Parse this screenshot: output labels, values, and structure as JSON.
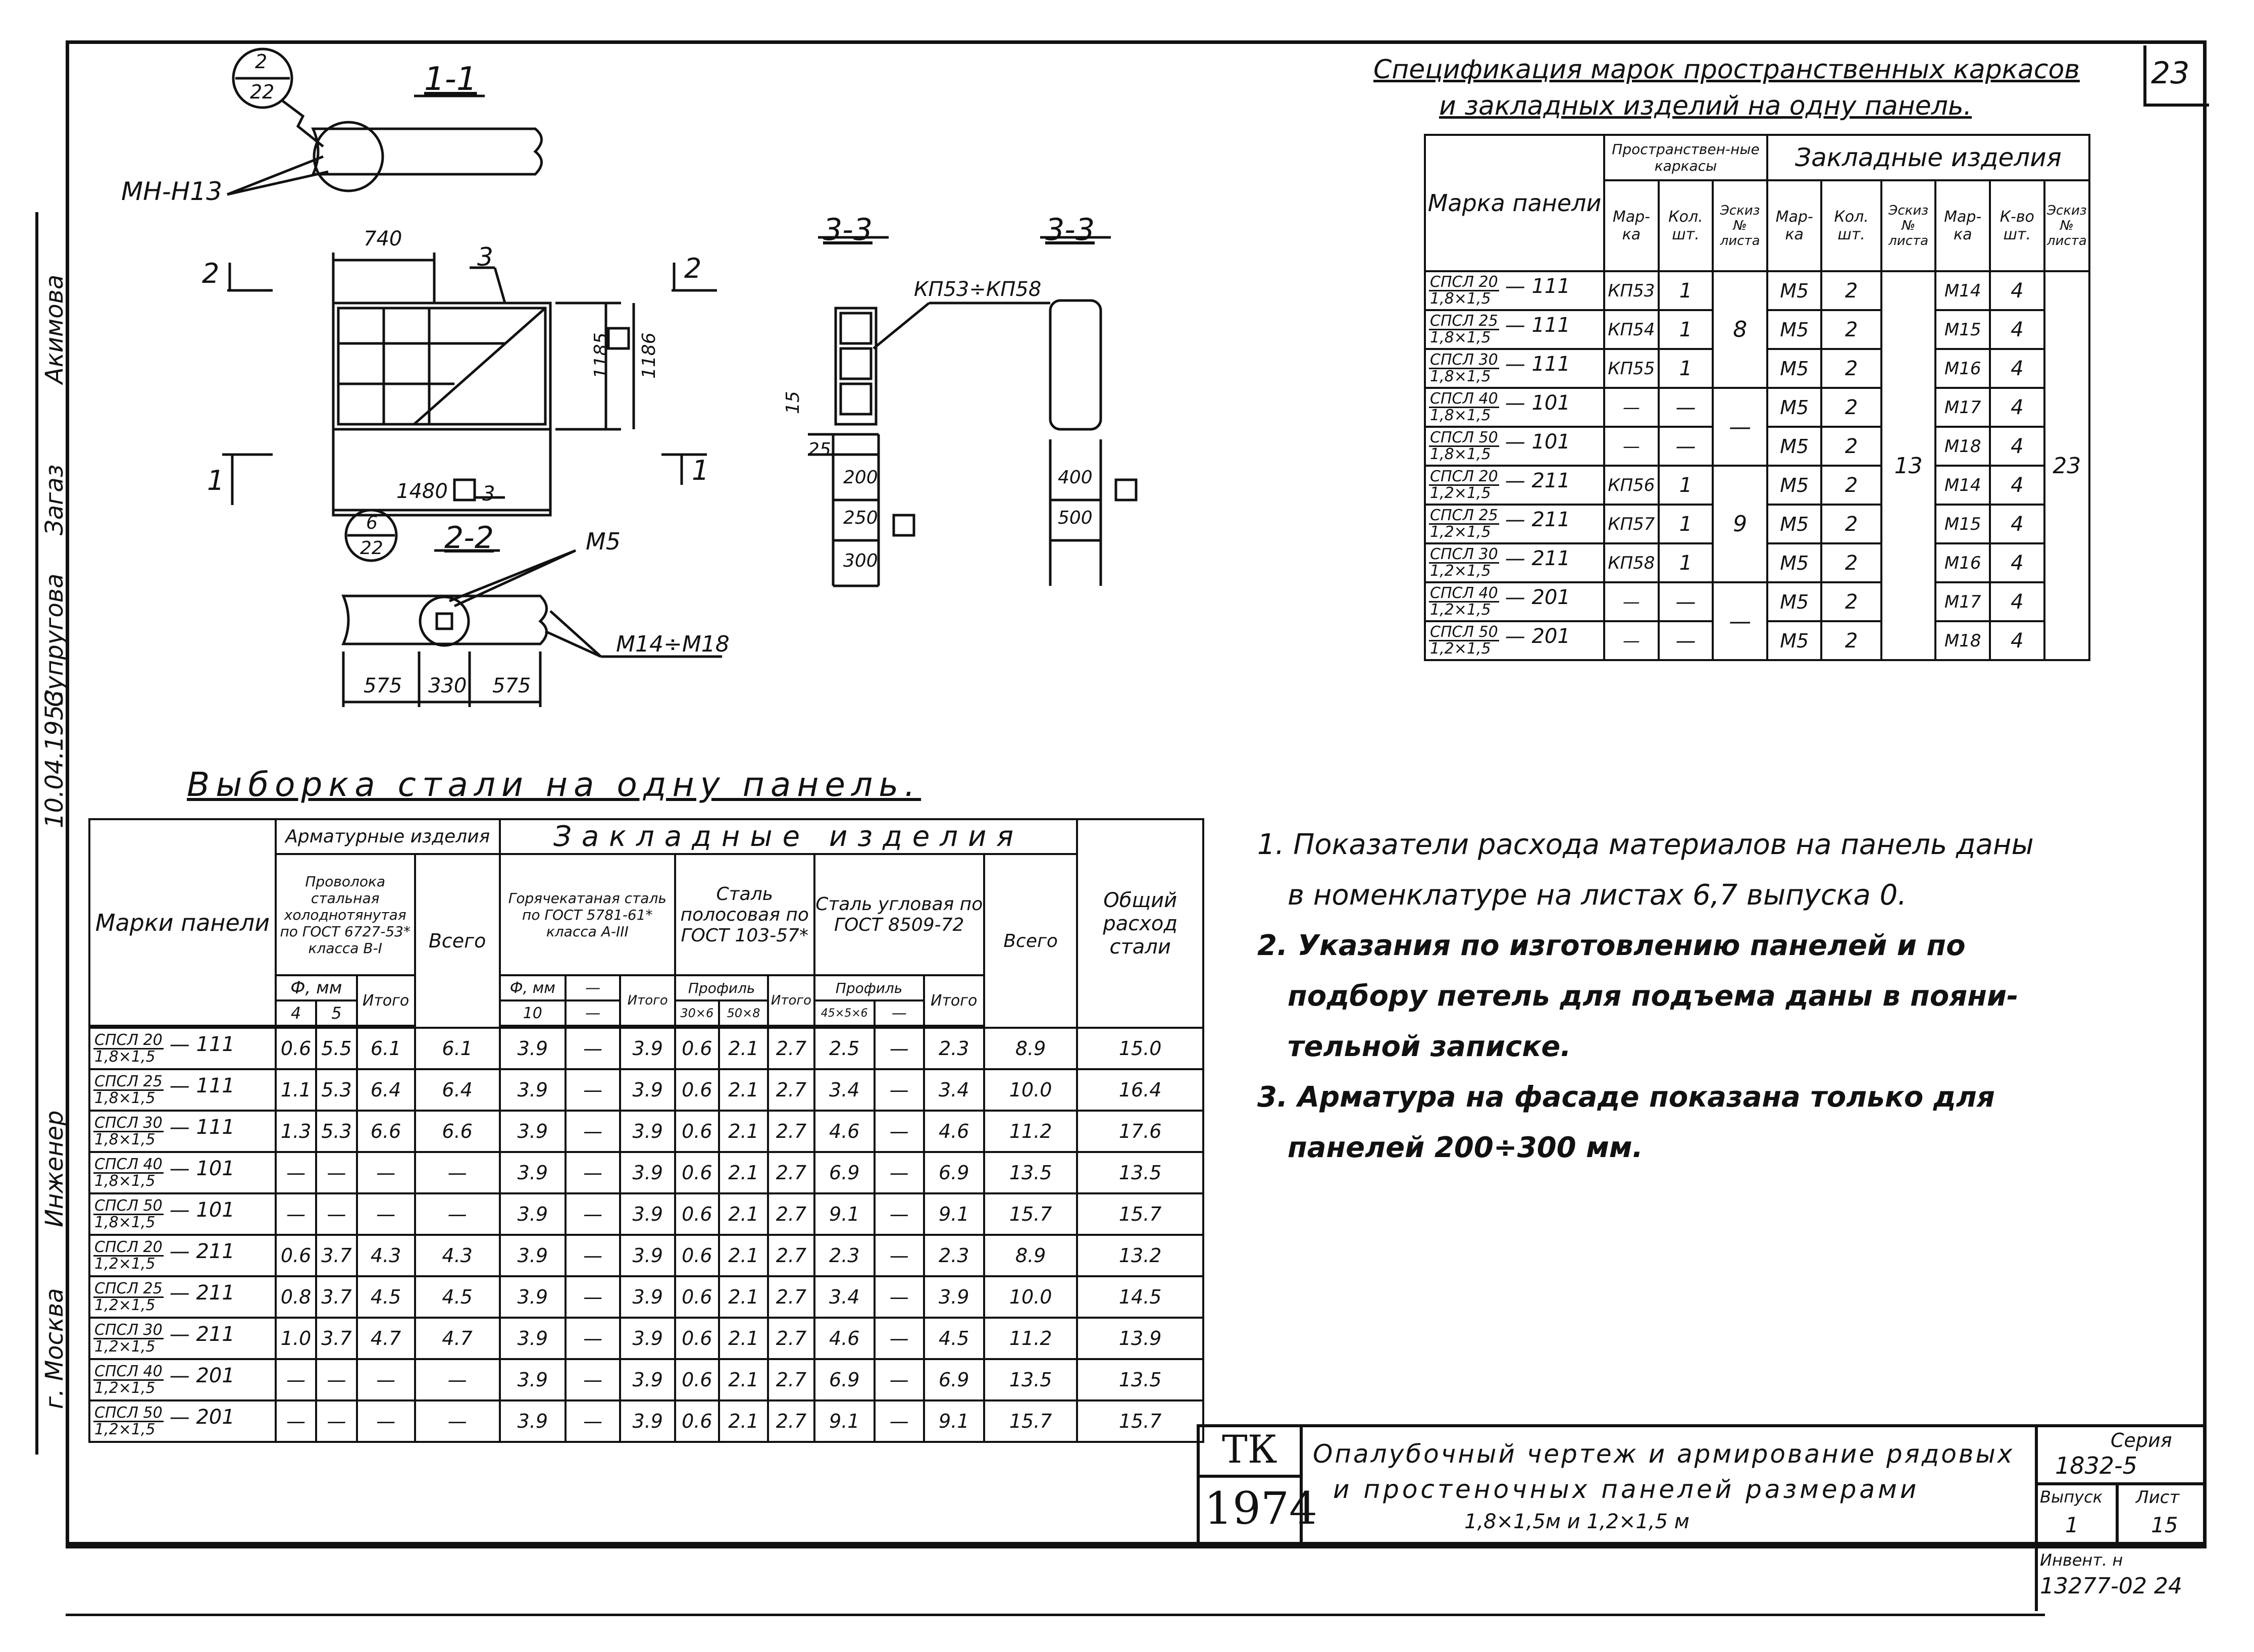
{
  "sheet_number": "23",
  "drawing": {
    "sec11": "1-1",
    "sec22": "2-2",
    "sec33a": "3-3",
    "sec33b": "3-3",
    "bubble1_top": "2",
    "bubble1_bot": "22",
    "bubble2_top": "6",
    "bubble2_bot": "22",
    "lbl_mn": "МН-Н13",
    "lbl_m5": "М5",
    "lbl_mn2": "М14÷М18",
    "lbl_kp": "КП53÷КП58",
    "cut2": "2",
    "cut3": "3",
    "cut1": "1",
    "d_740": "740",
    "d_1480": "1480",
    "d_1185": "1185",
    "d_1186": "1186",
    "d_575": "575",
    "d_330": "330",
    "d_575b": "575",
    "d_15": "15",
    "d_25": "25",
    "d_200": "200",
    "d_250": "250",
    "d_300": "300",
    "d_400": "400",
    "d_500": "500"
  },
  "spec": {
    "title1": "Спецификация марок пространственных каркасов",
    "title2": "и закладных изделий на одну панель.",
    "h_marka": "Марка панели",
    "h_prostr": "Пространствен-ные каркасы",
    "h_zakl": "Закладные изделия",
    "h_sub": [
      "Мар-ка",
      "Кол. шт.",
      "Эскиз № листа",
      "Мар-ка",
      "Кол. шт.",
      "Эскиз № листа",
      "Мар-ка",
      "К-во шт.",
      "Эскиз № листа"
    ],
    "rows": [
      {
        "top": "СПСЛ 20",
        "bot": "1,8×1,5",
        "suf": "— 111",
        "c1": "КП53",
        "c2": "1",
        "c4": "М5",
        "c5": "2",
        "c7": "М14",
        "c8": "4"
      },
      {
        "top": "СПСЛ 25",
        "bot": "1,8×1,5",
        "suf": "— 111",
        "c1": "КП54",
        "c2": "1",
        "c4": "М5",
        "c5": "2",
        "c7": "М15",
        "c8": "4"
      },
      {
        "top": "СПСЛ 30",
        "bot": "1,8×1,5",
        "suf": "— 111",
        "c1": "КП55",
        "c2": "1",
        "c4": "М5",
        "c5": "2",
        "c7": "М16",
        "c8": "4"
      },
      {
        "top": "СПСЛ 40",
        "bot": "1,8×1,5",
        "suf": "— 101",
        "c1": "—",
        "c2": "—",
        "c4": "М5",
        "c5": "2",
        "c7": "М17",
        "c8": "4"
      },
      {
        "top": "СПСЛ 50",
        "bot": "1,8×1,5",
        "suf": "— 101",
        "c1": "—",
        "c2": "—",
        "c4": "М5",
        "c5": "2",
        "c7": "М18",
        "c8": "4"
      },
      {
        "top": "СПСЛ 20",
        "bot": "1,2×1,5",
        "suf": "— 211",
        "c1": "КП56",
        "c2": "1",
        "c4": "М5",
        "c5": "2",
        "c7": "М14",
        "c8": "4"
      },
      {
        "top": "СПСЛ 25",
        "bot": "1,2×1,5",
        "suf": "— 211",
        "c1": "КП57",
        "c2": "1",
        "c4": "М5",
        "c5": "2",
        "c7": "М15",
        "c8": "4"
      },
      {
        "top": "СПСЛ 30",
        "bot": "1,2×1,5",
        "suf": "— 211",
        "c1": "КП58",
        "c2": "1",
        "c4": "М5",
        "c5": "2",
        "c7": "М16",
        "c8": "4"
      },
      {
        "top": "СПСЛ 40",
        "bot": "1,2×1,5",
        "suf": "— 201",
        "c1": "—",
        "c2": "—",
        "c4": "М5",
        "c5": "2",
        "c7": "М17",
        "c8": "4"
      },
      {
        "top": "СПСЛ 50",
        "bot": "1,2×1,5",
        "suf": "— 201",
        "c1": "—",
        "c2": "—",
        "c4": "М5",
        "c5": "2",
        "c7": "М18",
        "c8": "4"
      }
    ],
    "sheet_a": "8",
    "sheet_b": "—",
    "sheet_c": "9",
    "sheet_d": "—",
    "sheet_zakl": "13",
    "sheet_zakl2": "23"
  },
  "steel": {
    "title": "Выборка стали на одну панель.",
    "h_marka": "Марки панели",
    "h_arm": "Арматурные изделия",
    "h_provol": "Проволока стальная холоднотянутая по ГОСТ 6727-53* класса В-I",
    "h_vsego": "Всего",
    "h_zakl": "Закладные изделия",
    "h_gor": "Горячекатаная сталь по ГОСТ 5781-61* класса А-III",
    "h_polos": "Сталь полосовая по ГОСТ 103-57*",
    "h_ugol": "Сталь угловая по ГОСТ 8509-72",
    "h_vsego2": "Всего",
    "h_total": "Общий расход стали",
    "h_dia": "Ф, мм",
    "h_4": "4",
    "h_5": "5",
    "h_itogo": "Итого",
    "h_f": "Ф, мм",
    "h_10": "10",
    "h_dash": "—",
    "h_itogo2": "Итого",
    "h_profil": "Профиль",
    "h_p1": "30×6",
    "h_p2": "50×8",
    "h_itogo3": "Итого",
    "h_profil2": "Профиль",
    "h_u1": "45×5×6",
    "h_u2": "—",
    "h_itogo4": "Итого",
    "rows": [
      {
        "top": "СПСЛ 20",
        "bot": "1,8×1,5",
        "suf": "— 111",
        "v": [
          "0.6",
          "5.5",
          "6.1",
          "6.1",
          "3.9",
          "—",
          "3.9",
          "0.6",
          "2.1",
          "2.7",
          "2.5",
          "—",
          "2.3",
          "8.9",
          "15.0"
        ]
      },
      {
        "top": "СПСЛ 25",
        "bot": "1,8×1,5",
        "suf": "— 111",
        "v": [
          "1.1",
          "5.3",
          "6.4",
          "6.4",
          "3.9",
          "—",
          "3.9",
          "0.6",
          "2.1",
          "2.7",
          "3.4",
          "—",
          "3.4",
          "10.0",
          "16.4"
        ]
      },
      {
        "top": "СПСЛ 30",
        "bot": "1,8×1,5",
        "suf": "— 111",
        "v": [
          "1.3",
          "5.3",
          "6.6",
          "6.6",
          "3.9",
          "—",
          "3.9",
          "0.6",
          "2.1",
          "2.7",
          "4.6",
          "—",
          "4.6",
          "11.2",
          "17.6"
        ]
      },
      {
        "top": "СПСЛ 40",
        "bot": "1,8×1,5",
        "suf": "— 101",
        "v": [
          "—",
          "—",
          "—",
          "—",
          "3.9",
          "—",
          "3.9",
          "0.6",
          "2.1",
          "2.7",
          "6.9",
          "—",
          "6.9",
          "13.5",
          "13.5"
        ]
      },
      {
        "top": "СПСЛ 50",
        "bot": "1,8×1,5",
        "suf": "— 101",
        "v": [
          "—",
          "—",
          "—",
          "—",
          "3.9",
          "—",
          "3.9",
          "0.6",
          "2.1",
          "2.7",
          "9.1",
          "—",
          "9.1",
          "15.7",
          "15.7"
        ]
      },
      {
        "top": "СПСЛ 20",
        "bot": "1,2×1,5",
        "suf": "— 211",
        "v": [
          "0.6",
          "3.7",
          "4.3",
          "4.3",
          "3.9",
          "—",
          "3.9",
          "0.6",
          "2.1",
          "2.7",
          "2.3",
          "—",
          "2.3",
          "8.9",
          "13.2"
        ]
      },
      {
        "top": "СПСЛ 25",
        "bot": "1,2×1,5",
        "suf": "— 211",
        "v": [
          "0.8",
          "3.7",
          "4.5",
          "4.5",
          "3.9",
          "—",
          "3.9",
          "0.6",
          "2.1",
          "2.7",
          "3.4",
          "—",
          "3.9",
          "10.0",
          "14.5"
        ]
      },
      {
        "top": "СПСЛ 30",
        "bot": "1,2×1,5",
        "suf": "— 211",
        "v": [
          "1.0",
          "3.7",
          "4.7",
          "4.7",
          "3.9",
          "—",
          "3.9",
          "0.6",
          "2.1",
          "2.7",
          "4.6",
          "—",
          "4.5",
          "11.2",
          "13.9"
        ]
      },
      {
        "top": "СПСЛ 40",
        "bot": "1,2×1,5",
        "suf": "— 201",
        "v": [
          "—",
          "—",
          "—",
          "—",
          "3.9",
          "—",
          "3.9",
          "0.6",
          "2.1",
          "2.7",
          "6.9",
          "—",
          "6.9",
          "13.5",
          "13.5"
        ]
      },
      {
        "top": "СПСЛ 50",
        "bot": "1,2×1,5",
        "suf": "— 201",
        "v": [
          "—",
          "—",
          "—",
          "—",
          "3.9",
          "—",
          "3.9",
          "0.6",
          "2.1",
          "2.7",
          "9.1",
          "—",
          "9.1",
          "15.7",
          "15.7"
        ]
      }
    ]
  },
  "notes": [
    "1. Показатели расхода материалов на панель даны",
    "в номенклатуре на листах 6,7 выпуска 0.",
    "2. Указания по изготовлению панелей и по",
    "подбору петель для подъема даны в пояни-",
    "тельной записке.",
    "3. Арматура на фасаде показана только для",
    "панелей 200÷300 мм."
  ],
  "stamp": {
    "tk": "ТК",
    "year": "1974",
    "title1": "Опалубочный чертеж и армирование рядовых",
    "title2": "и простеночных панелей размерами",
    "title3": "1,8×1,5м и 1,2×1,5 м",
    "seriya_l": "Серия",
    "seriya": "1832-5",
    "vypusk_l": "Выпуск",
    "vypusk": "1",
    "list_l": "Лист",
    "list": "15",
    "inv_l": "Инвент. н",
    "inv": "13277-02 24"
  },
  "side": {
    "s1": "Акимова",
    "s2": "Загаз",
    "s3": "Супругова",
    "s4": "10.04.1953",
    "s5": "Инженер",
    "s6": "г. Москва"
  }
}
